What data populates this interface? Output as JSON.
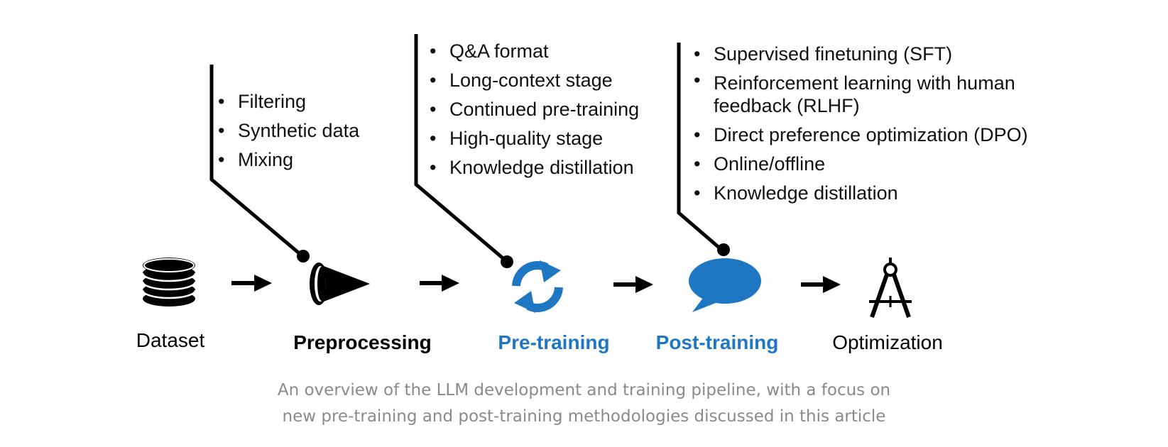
{
  "colors": {
    "accent": "#1f77c4",
    "ink": "#000000",
    "caption": "#8a8a8a"
  },
  "stages": {
    "dataset": {
      "label": "Dataset",
      "icon": "database-stack-icon"
    },
    "preprocessing": {
      "label": "Preprocessing",
      "icon": "funnel-cone-icon"
    },
    "pretraining": {
      "label": "Pre-training",
      "icon": "refresh-cycle-icon"
    },
    "posttraining": {
      "label": "Post-training",
      "icon": "speech-bubble-icon"
    },
    "optimization": {
      "label": "Optimization",
      "icon": "drafting-compass-icon"
    }
  },
  "callouts": {
    "preprocessing": [
      "Filtering",
      "Synthetic data",
      "Mixing"
    ],
    "pretraining": [
      "Q&A format",
      "Long-context stage",
      "Continued pre-training",
      "High-quality stage",
      "Knowledge distillation"
    ],
    "posttraining": [
      "Supervised finetuning (SFT)",
      "Reinforcement learning with human feedback (RLHF)",
      "Direct preference optimization (DPO)",
      "Online/offline",
      "Knowledge distillation"
    ]
  },
  "caption": {
    "line1": "An overview of the LLM development and training pipeline, with a focus on",
    "line2": "new pre-training and post-training methodologies discussed in this article"
  }
}
